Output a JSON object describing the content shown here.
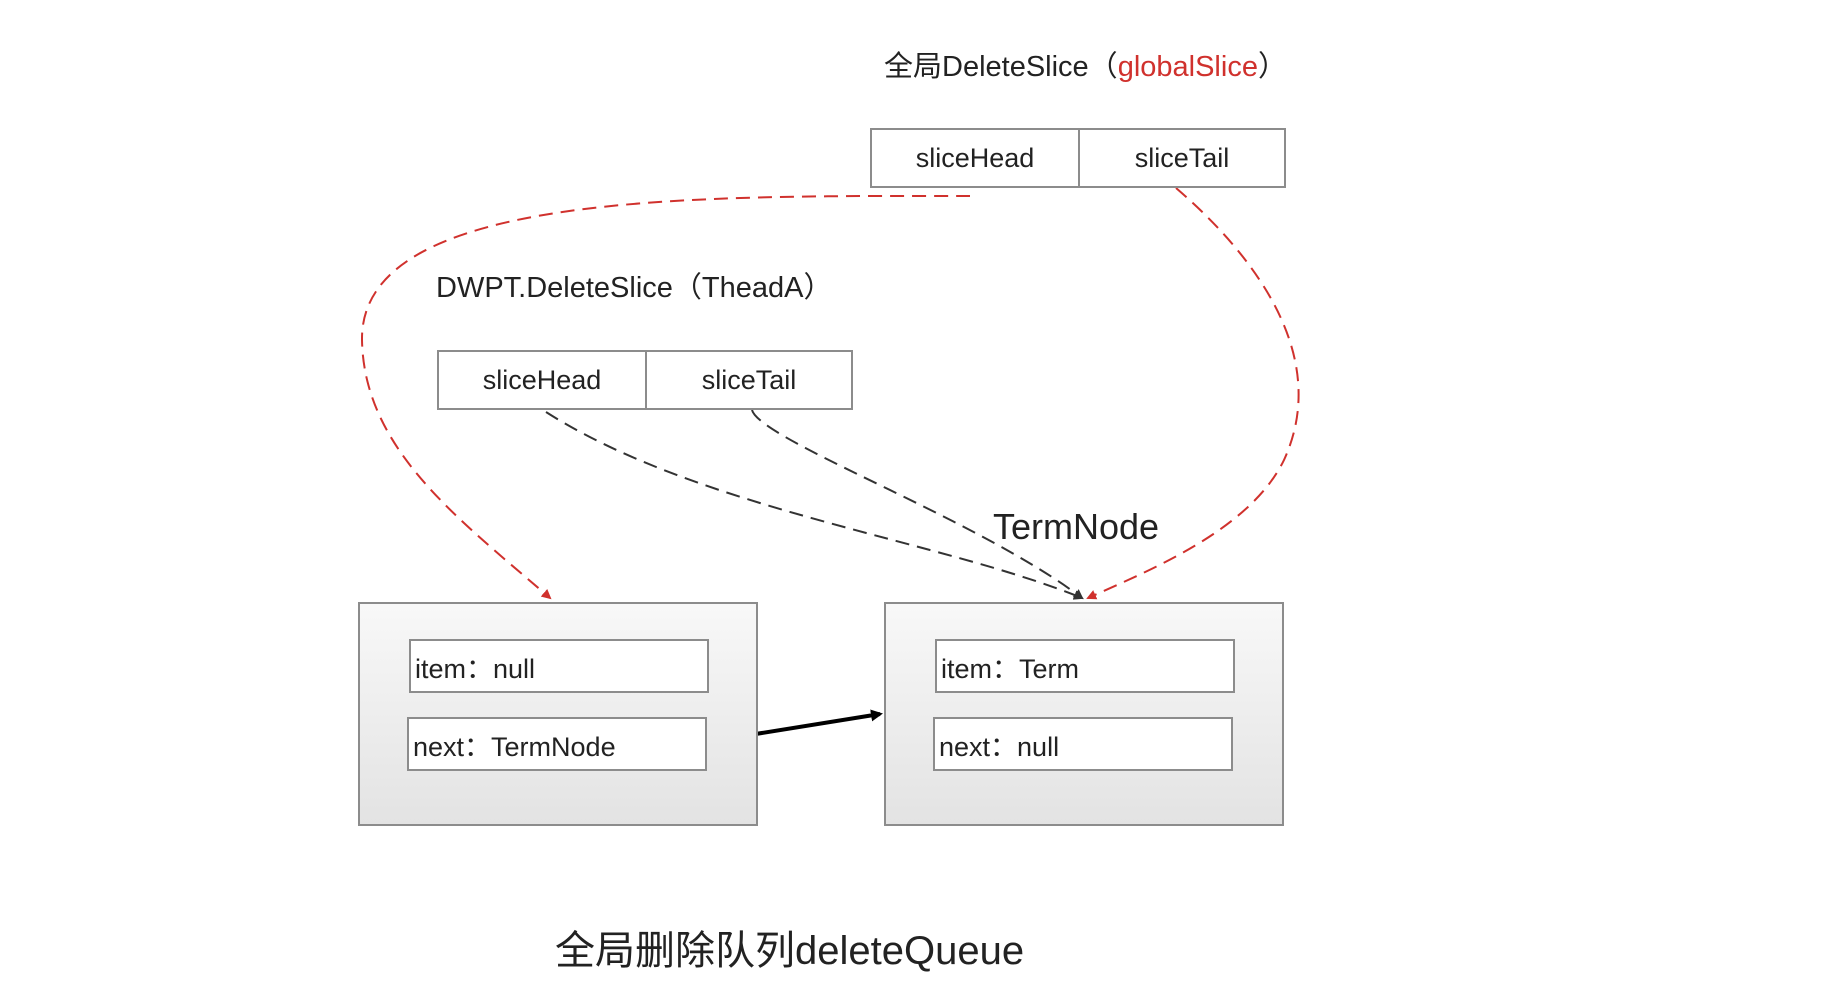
{
  "global_slice": {
    "title_prefix": "全局DeleteSlice（",
    "title_var": "globalSlice",
    "title_suffix": "）",
    "head_label": "sliceHead",
    "tail_label": "sliceTail"
  },
  "thread_slice": {
    "title": "DWPT.DeleteSlice（TheadA）",
    "head_label": "sliceHead",
    "tail_label": "sliceTail"
  },
  "term_node_label": "TermNode",
  "node_left": {
    "item": "item：null",
    "next": "next：TermNode"
  },
  "node_right": {
    "item": "item：Term",
    "next": "next：null"
  },
  "caption": "全局删除队列deleteQueue",
  "colors": {
    "global_pointer": "#d0312d",
    "thread_pointer": "#333333",
    "link_arrow": "#000000",
    "box_border": "#8c8c8c"
  }
}
